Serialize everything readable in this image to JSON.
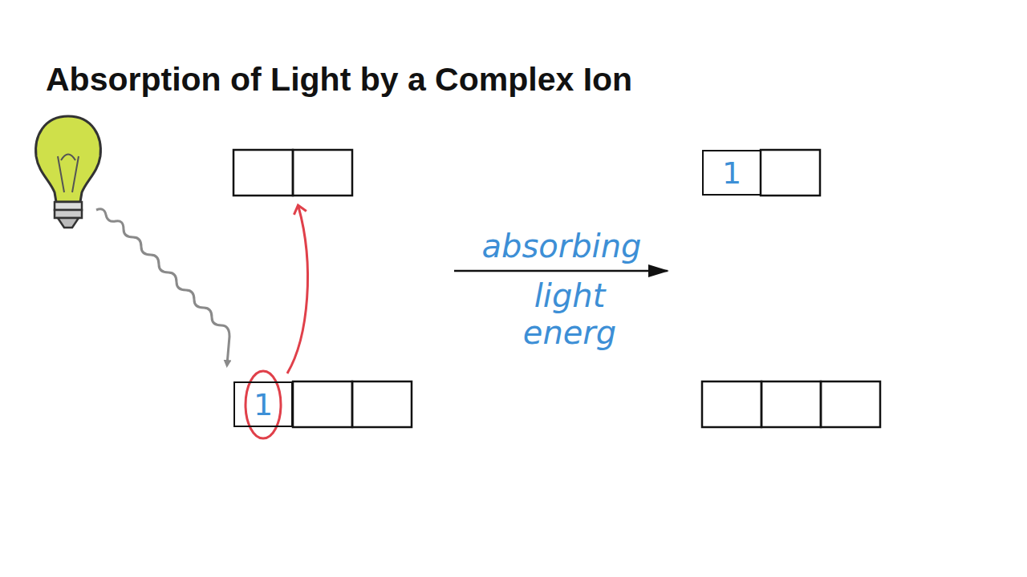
{
  "diagram": {
    "title": "Absorption of Light by a Complex Ion",
    "nodes": [
      {
        "text": [
          "1"
        ]
      },
      {
        "text": [
          "1"
        ]
      }
    ],
    "labels": [
      "absorbing",
      "light energ"
    ]
  }
}
